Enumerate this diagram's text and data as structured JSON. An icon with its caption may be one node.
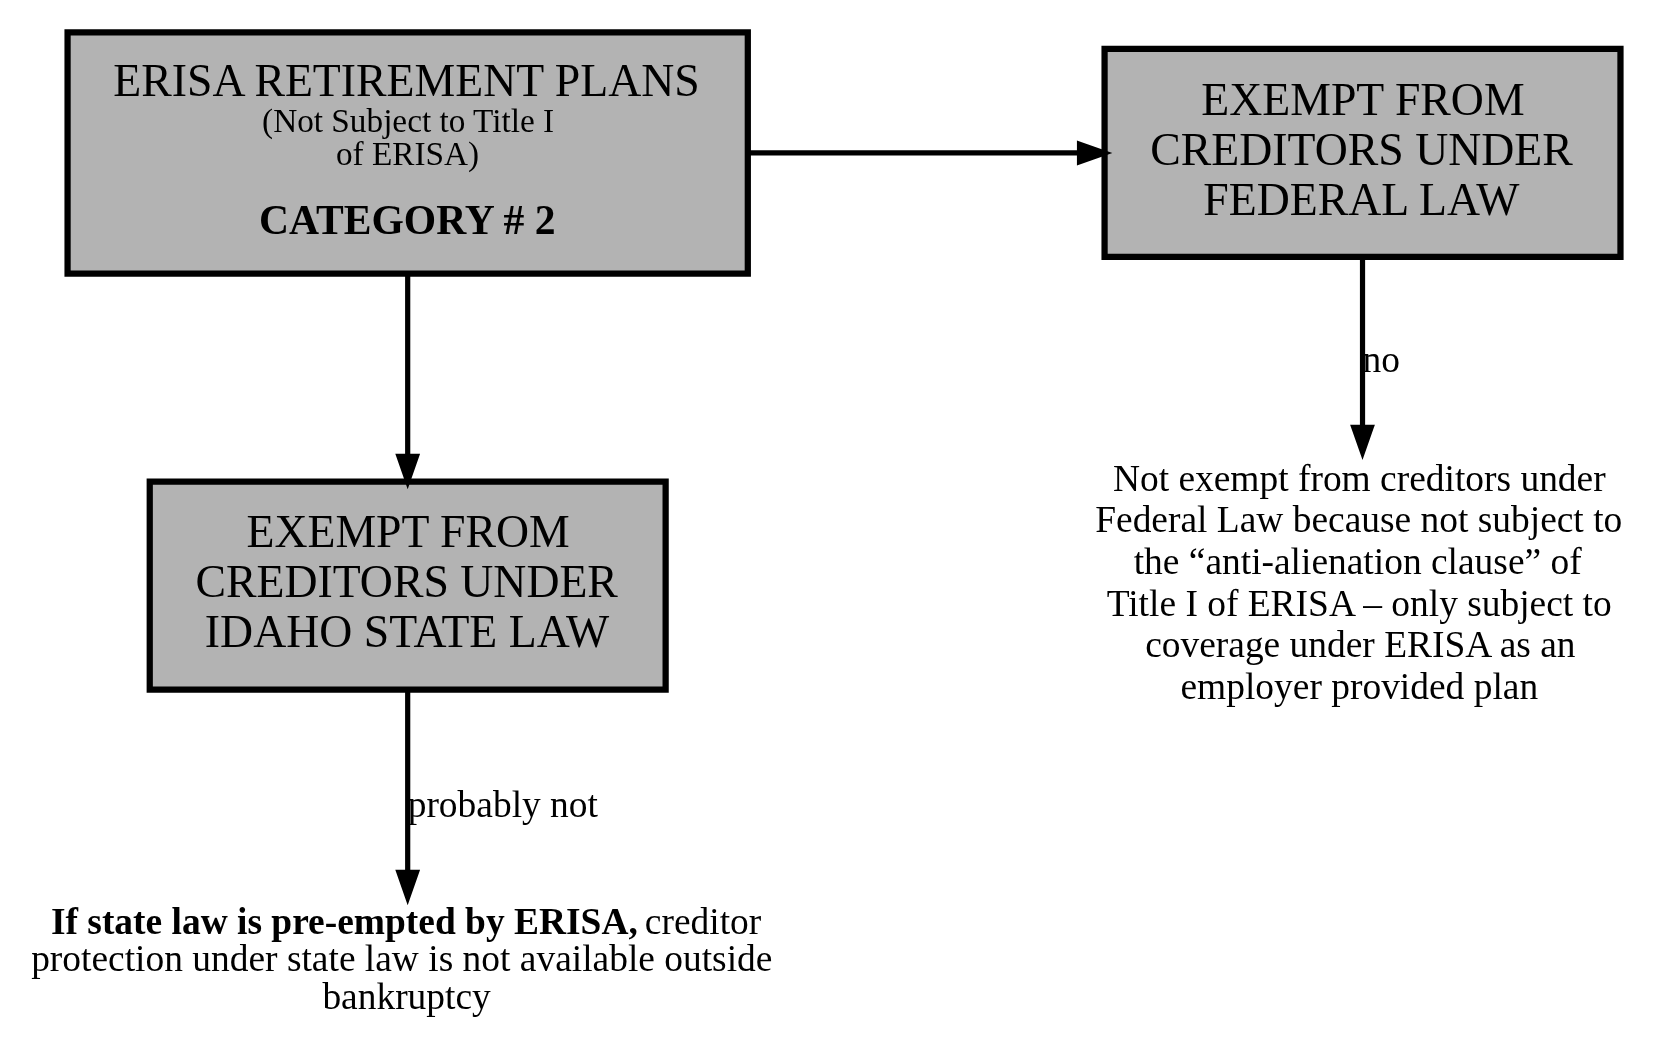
{
  "diagram": {
    "nodes": [
      {
        "text": [
          "ERISA RETIREMENT PLANS",
          "(Not Subject to Title I of ERISA)",
          "CATEGORY # 2"
        ]
      },
      {
        "text": [
          "EXEMPT FROM CREDITORS UNDER FEDERAL LAW"
        ]
      },
      {
        "text": [
          "EXEMPT FROM CREDITORS UNDER IDAHO STATE LAW"
        ]
      },
      {
        "text": [
          "Not exempt from creditors under Federal Law because not subject to the “anti-alienation clause” of Title I of ERISA – only subject to coverage under ERISA as an employer provided plan"
        ]
      },
      {
        "text": [
          "**If state law is pre-empted by ERISA,** creditor protection under state law is not available outside bankruptcy"
        ]
      }
    ],
    "edges": [
      {
        "from": 0,
        "to": 1,
        "arrow": "to"
      },
      {
        "from": 0,
        "to": 2,
        "arrow": "to"
      },
      {
        "from": 1,
        "to": 3,
        "label": "no",
        "arrow": "to"
      },
      {
        "from": 2,
        "to": 4,
        "label": "probably not",
        "arrow": "to"
      }
    ]
  }
}
